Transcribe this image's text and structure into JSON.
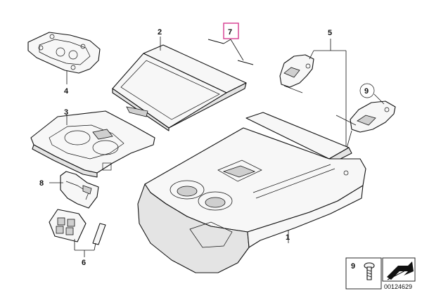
{
  "callouts": {
    "c1": "1",
    "c2": "2",
    "c3": "3",
    "c4": "4",
    "c5": "5",
    "c6": "6",
    "c7": "7",
    "c8": "8",
    "c9": "9"
  },
  "fastener_box": {
    "label": "9"
  },
  "document_number": "00124629",
  "colors": {
    "highlight": "#d6398f",
    "line": "#111111"
  }
}
